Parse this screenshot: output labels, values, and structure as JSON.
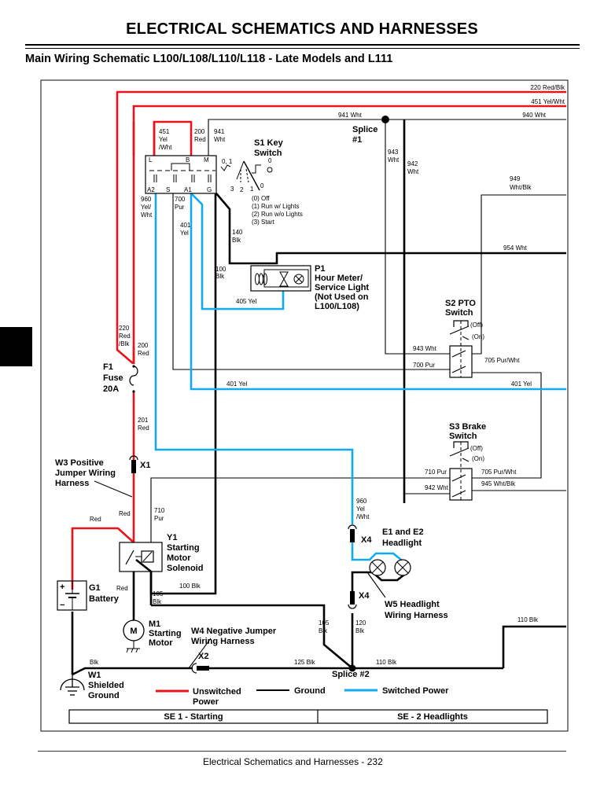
{
  "header": {
    "title": "ELECTRICAL   SCHEMATICS AND HARNESSES",
    "subtitle": "Main Wiring Schematic L100/L108/L110/L118 - Late Models and L111"
  },
  "footer": {
    "text": "Electrical   Schematics and Harnesses  - 232"
  },
  "colors": {
    "unswitched_power": "#e8141c",
    "ground": "#000000",
    "switched_power": "#12a9ee"
  },
  "wires": {
    "w220": "220 Red/Blk",
    "w451": "451 Yel/Wht",
    "w941": "941 Wht",
    "w940": "940 Wht",
    "w949a": "949",
    "w949b": "Wht/Blk",
    "w954": "954 Wht",
    "w943a": "943",
    "w943b": "Wht",
    "w942a": "942",
    "w942b": "Wht",
    "k451a": "451",
    "k451b": "Yel",
    "k451c": "/Wht",
    "k200a": "200",
    "k200b": "Red",
    "k941a": "941",
    "k941b": "Wht",
    "k960a": "960",
    "k960b": "Yel/",
    "k960c": "Wht",
    "k700a": "700",
    "k700b": "Pur",
    "k401a": "401",
    "k401b": "Yel",
    "w140a": "140",
    "w140b": "Blk",
    "w100a": "100",
    "w100b": "Blk",
    "w405": "405 Yel",
    "f220a": "220",
    "f220b": "Red",
    "f220c": "/Blk",
    "f200a": "200",
    "f200b": "Red",
    "w201a": "201",
    "w201b": "Red",
    "pto943": "943 Wht",
    "pto700": "700 Pur",
    "pto705": "705 Pur/Wht",
    "w401r": "401 Yel",
    "w401l": "401 Yel",
    "br710": "710 Pur",
    "br705": "705 Pur/Wht",
    "br942": "942 Wht",
    "br945": "945 Wht/Blk",
    "h960a": "960",
    "h960b": "Yel",
    "h960c": "/Wht",
    "redA": "Red",
    "redB": "Red",
    "redC": "Red",
    "y710a": "710",
    "y710b": "Pur",
    "y100": "100 Blk",
    "y105a": "105",
    "y105b": "Blk",
    "s105a": "105",
    "s105b": "Blk",
    "s120a": "120",
    "s120b": "Blk",
    "g110r": "110 Blk",
    "g110": "110 Blk",
    "g125": "125 Blk",
    "gblk": "Blk"
  },
  "components": {
    "key_switch": {
      "title1": "S1 Key",
      "title2": "Switch",
      "terminals": [
        "L",
        "B",
        "M",
        "A2",
        "S",
        "A1",
        "G"
      ],
      "positions_top": "0, 1",
      "pos0": "0",
      "legend": [
        "(0) Off",
        "(1) Run w/ Lights",
        "(2) Run w/o Lights",
        "(3) Start"
      ],
      "ticks": [
        "3",
        "2",
        "1",
        "0"
      ]
    },
    "splice1": {
      "l1": "Splice",
      "l2": "#1"
    },
    "hour_meter": {
      "l1": "P1",
      "l2": "Hour Meter/",
      "l3": "Service Light",
      "l4": "(Not Used on",
      "l5": "L100/L108)"
    },
    "pto_switch": {
      "l1": "S2 PTO",
      "l2": "Switch",
      "off": "(Off)",
      "on": "(On)"
    },
    "brake_switch": {
      "l1": "S3 Brake",
      "l2": "Switch",
      "off": "(Off)",
      "on": "(On)"
    },
    "fuse": {
      "l1": "F1",
      "l2": "Fuse",
      "l3": "20A"
    },
    "x1": "X1",
    "w3": {
      "l1": "W3 Positive",
      "l2": "Jumper Wiring",
      "l3": "Harness"
    },
    "solenoid": {
      "l1": "Y1",
      "l2": "Starting",
      "l3": "Motor",
      "l4": "Solenoid"
    },
    "battery": {
      "l1": "G1",
      "l2": "Battery",
      "plus": "+",
      "minus": "−"
    },
    "motor": {
      "glyph": "M",
      "l1": "M1",
      "l2": "Starting",
      "l3": "Motor"
    },
    "w4": {
      "l1": "W4 Negative Jumper",
      "l2": "Wiring Harness"
    },
    "x2": "X2",
    "w1": {
      "l1": "W1",
      "l2": "Shielded",
      "l3": "Ground"
    },
    "headlight": {
      "l1": "E1 and E2",
      "l2": "Headlight"
    },
    "x4a": "X4",
    "x4b": "X4",
    "w5": {
      "l1": "W5 Headlight",
      "l2": "Wiring Harness"
    },
    "splice2": "Splice #2"
  },
  "legend": {
    "unswitched1": "Unswitched",
    "unswitched2": "Power",
    "ground": "Ground",
    "switched": "Switched Power"
  },
  "sections": [
    {
      "label": "SE 1 - Starting"
    },
    {
      "label": "SE - 2 Headlights"
    }
  ]
}
